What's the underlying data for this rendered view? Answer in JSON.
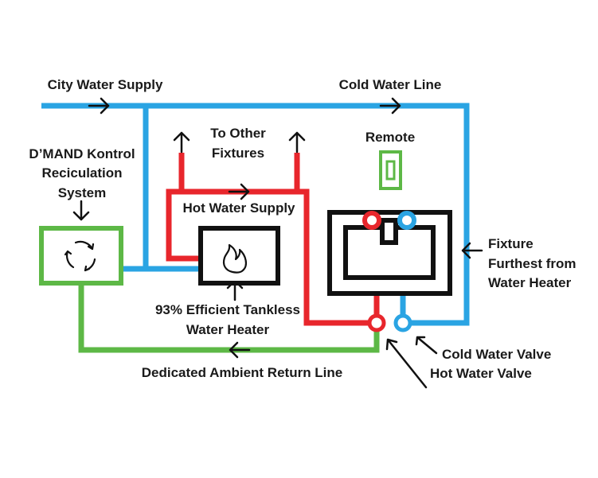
{
  "colors": {
    "cold": "#2aa4e3",
    "hot": "#e8262c",
    "return": "#5db846",
    "outline": "#111111",
    "text": "#1a1a1a"
  },
  "labels": {
    "city_water_supply": "City Water Supply",
    "cold_water_line": "Cold Water Line",
    "to_other_fixtures_1": "To Other",
    "to_other_fixtures_2": "Fixtures",
    "remote": "Remote",
    "dmand_1": "D’MAND Kontrol",
    "dmand_2": "Reciculation",
    "dmand_3": "System",
    "hot_water_supply": "Hot Water Supply",
    "fixture_1": "Fixture",
    "fixture_2": "Furthest from",
    "fixture_3": "Water Heater",
    "heater_1": "93% Efficient Tankless",
    "heater_2": "Water Heater",
    "cold_water_valve": "Cold Water Valve",
    "hot_water_valve": "Hot Water Valve",
    "return_line": "Dedicated Ambient Return Line"
  },
  "icons": {
    "pump": "recirculation-arrows-icon",
    "heater": "flame-icon",
    "remote": "remote-switch-icon"
  }
}
